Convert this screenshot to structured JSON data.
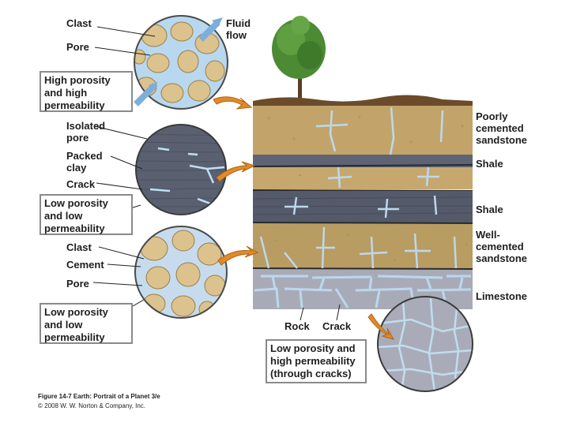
{
  "circle_labels": {
    "clast_top": "Clast",
    "fluid_flow": "Fluid\nflow",
    "pore_top": "Pore",
    "high_box": "High porosity\nand high\npermeability",
    "isolated_pore": "Isolated\npore",
    "packed_clay": "Packed\nclay",
    "crack_mid": "Crack",
    "low_box_1": "Low porosity\nand low\npermeability",
    "clast_bottom": "Clast",
    "cement": "Cement",
    "pore_bottom": "Pore",
    "low_box_2": "Low porosity\nand low\npermeability"
  },
  "layers": {
    "poorly_cemented": "Poorly\ncemented\nsandstone",
    "shale_1": "Shale",
    "shale_2": "Shale",
    "well_cemented": "Well-\ncemented\nsandstone",
    "limestone": "Limestone"
  },
  "bottom_labels": {
    "rock": "Rock",
    "crack": "Crack",
    "high_perm_box": "Low porosity and\nhigh permeability\n(through cracks)"
  },
  "caption": {
    "figure": "Figure 14-7",
    "book": " Earth: Portrait of a Planet 3/e",
    "copyright": "© 2008 W. W. Norton & Company, Inc."
  },
  "colors": {
    "sand": "#c9ad72",
    "grain": "#dcc28d",
    "pore_blue": "#b8d8ef",
    "shale": "#5b6170",
    "limestone": "#a9acb8",
    "arrow": "#e08a2a"
  }
}
